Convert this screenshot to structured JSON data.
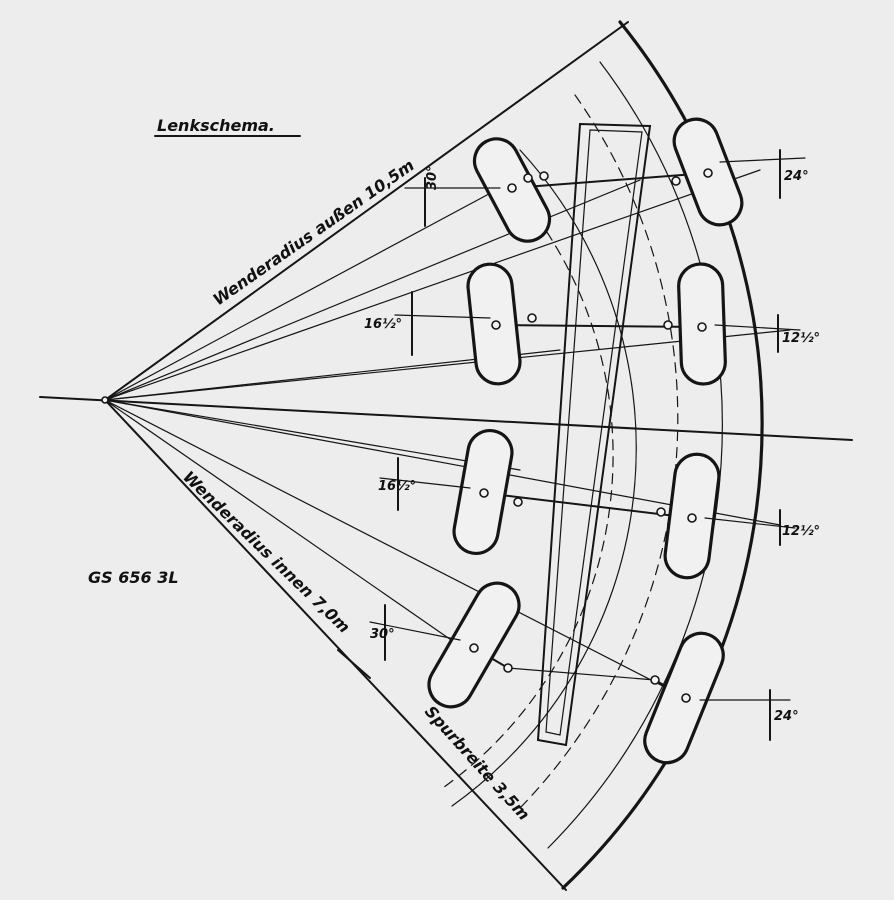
{
  "title": "Lenkschema.",
  "model": "GS 656 3L",
  "outer_radius_label": "Wenderadius außen 10,5m",
  "inner_radius_label": "Wenderadius innen 7,0m",
  "track_width_label": "Spurbreite 3,5m",
  "angles": {
    "left_axle_1": "30°",
    "left_axle_2": "16½°",
    "left_axle_3": "16½°",
    "left_axle_4": "30°",
    "right_axle_1": "24°",
    "right_axle_2": "12½°",
    "right_axle_3": "12½°",
    "right_axle_4": "24°"
  },
  "colors": {
    "paper": "#ededed",
    "ink": "#151515"
  }
}
